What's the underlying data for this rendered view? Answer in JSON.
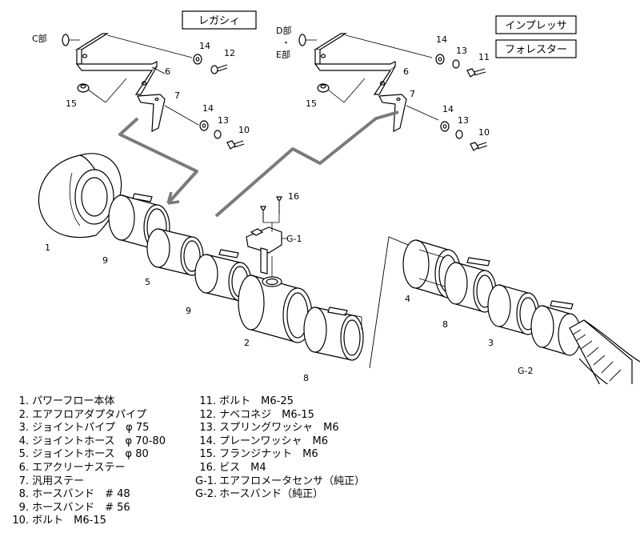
{
  "header_boxes": {
    "legacy": "レガシィ",
    "impreza": "インプレッサ",
    "forester": "フォレスター"
  },
  "detail_labels": {
    "c": "C部",
    "d": "D部",
    "dot": "・",
    "e": "E部"
  },
  "callouts": {
    "n1": "1",
    "n2": "2",
    "n3": "3",
    "n4": "4",
    "n5": "5",
    "n6": "6",
    "n7": "7",
    "n8": "8",
    "n9": "9",
    "n10": "10",
    "n11": "11",
    "n12": "12",
    "n13": "13",
    "n14": "14",
    "n15": "15",
    "n16": "16",
    "g1": "G-1",
    "g2": "G-2"
  },
  "parts_left": [
    {
      "no": "1.",
      "name": "パワーフロー本体"
    },
    {
      "no": "2.",
      "name": "エアフロアダプタパイプ"
    },
    {
      "no": "3.",
      "name": "ジョイントパイプ　φ 75"
    },
    {
      "no": "4.",
      "name": "ジョイントホース　φ 70-80"
    },
    {
      "no": "5.",
      "name": "ジョイントホース　φ 80"
    },
    {
      "no": "6.",
      "name": "エアクリーナステー"
    },
    {
      "no": "7.",
      "name": "汎用ステー"
    },
    {
      "no": "8.",
      "name": "ホースバンド　# 48"
    },
    {
      "no": "9.",
      "name": "ホースバンド　# 56"
    },
    {
      "no": "10.",
      "name": "ボルト　M6-15"
    }
  ],
  "parts_right": [
    {
      "no": "11.",
      "name": "ボルト　M6-25"
    },
    {
      "no": "12.",
      "name": "ナベコネジ　M6-15"
    },
    {
      "no": "13.",
      "name": "スプリングワッシャ　M6"
    },
    {
      "no": "14.",
      "name": "プレーンワッシャ　M6"
    },
    {
      "no": "15.",
      "name": "フランジナット　M6"
    },
    {
      "no": "16.",
      "name": "ビス　M4"
    },
    {
      "no": "G-1.",
      "name": "エアフロメータセンサ（純正）"
    },
    {
      "no": "G-2.",
      "name": "ホースバンド（純正）"
    }
  ]
}
